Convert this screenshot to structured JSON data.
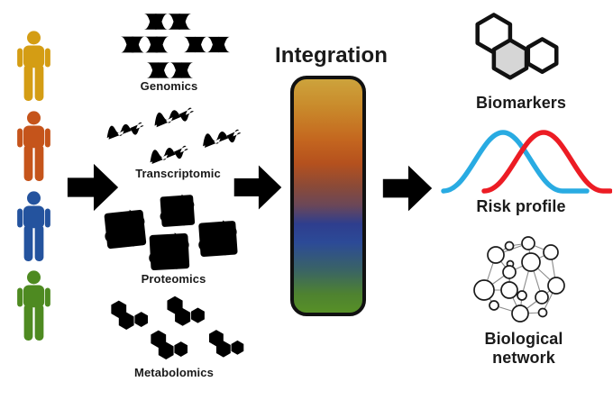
{
  "patients": {
    "items": [
      {
        "name": "person-gold",
        "color": "#D49D14"
      },
      {
        "name": "person-orange",
        "color": "#C5541B"
      },
      {
        "name": "person-blue",
        "color": "#24539E"
      },
      {
        "name": "person-green",
        "color": "#4E8A21"
      }
    ]
  },
  "omics": [
    {
      "label": "Genomics",
      "icon": "dna-helix-icon",
      "colors": [
        "#74A3D4",
        "#E08254",
        "#EDBE4E",
        "#77B96F"
      ]
    },
    {
      "label": "Transcriptomic",
      "icon": "rna-ribbon-icon",
      "colors": [
        "#C55A28",
        "#4A7CC3",
        "#E0A727",
        "#4F9D41"
      ]
    },
    {
      "label": "Proteomics",
      "icon": "protein-ribbon-icon",
      "colors": [
        "#E2A183",
        "#94AFD9",
        "#4F9A3B",
        "#E3B64C"
      ]
    },
    {
      "label": "Metabolomics",
      "icon": "molecule-hexagons-icon",
      "colors": [
        "#E89A6E",
        "#6189C6",
        "#69A858",
        "#DFAE3C"
      ]
    }
  ],
  "integration": {
    "label": "Integration",
    "gradient": [
      "#CDA33C",
      "#C4661F",
      "#6B4758",
      "#2E3E8E",
      "#2C4A97",
      "#579027"
    ]
  },
  "outputs": {
    "biomarkers": {
      "label": "Biomarkers",
      "hex_fill": "#D6D6D6"
    },
    "risk": {
      "label": "Risk profile",
      "curve_blue": "#29ABE2",
      "curve_red": "#EC1C24"
    },
    "network": {
      "label": "Biological\nnetwork"
    }
  }
}
